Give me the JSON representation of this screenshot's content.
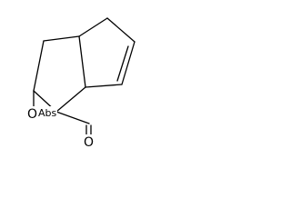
{
  "molecule": {
    "atom_labels": {
      "epoxide_oxygen": "O",
      "aldehyde_oxygen": "O",
      "stereo_marker": "Abs"
    },
    "colors": {
      "bond": "#000000",
      "text": "#000000",
      "background": "#ffffff"
    }
  }
}
